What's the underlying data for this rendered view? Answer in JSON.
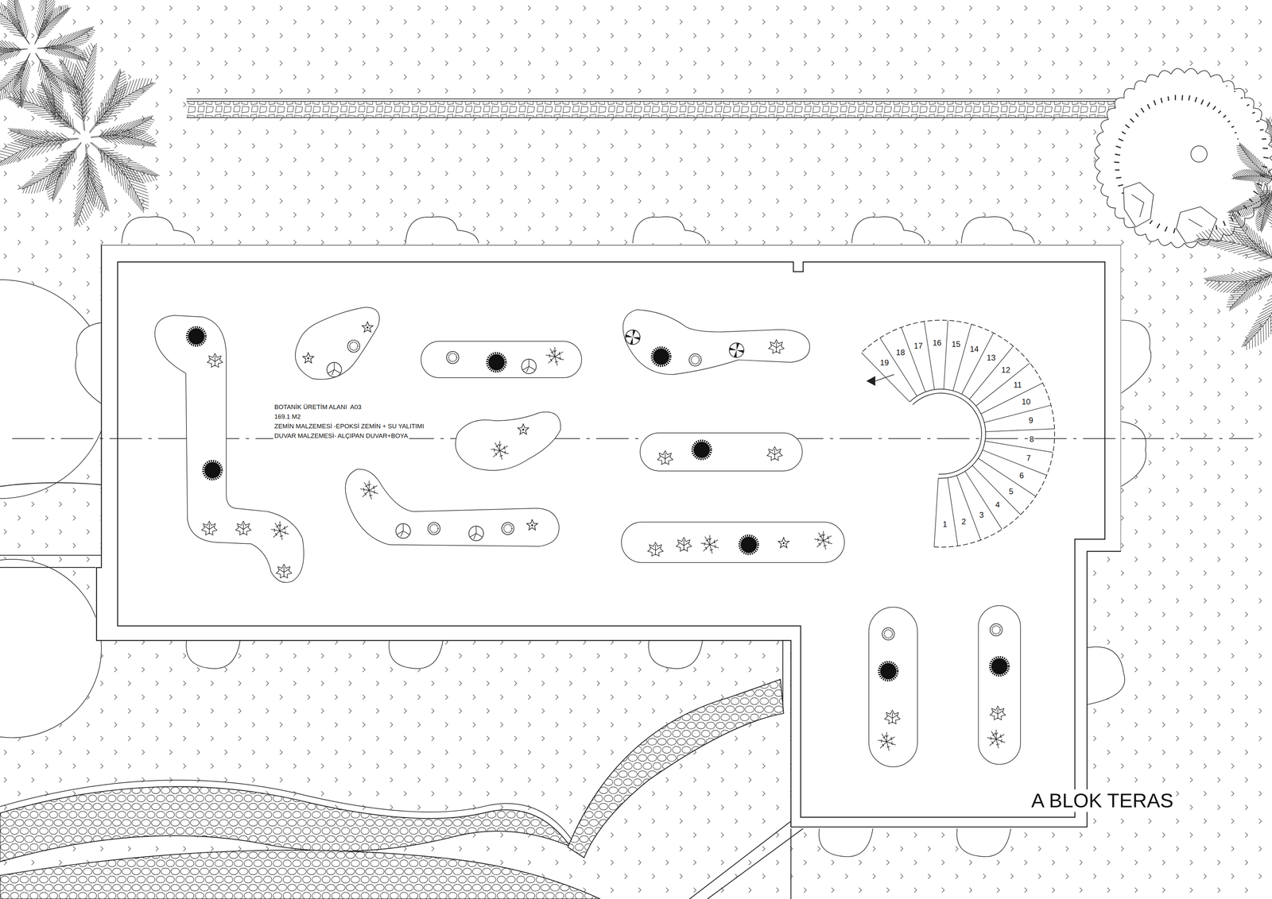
{
  "diagram": {
    "nodes": [
      {
        "text": [
          "BOTANİK ÜRETİM ALANI  A03",
          "169.1 M2",
          "ZEMİN MALZEMESİ -EPOKSİ ZEMİN + SU YALITIMI",
          "DUVAR MALZEMESİ- ALÇIPAN DUVAR+BOYA"
        ]
      }
    ],
    "labels": [
      "1",
      "2",
      "3",
      "4",
      "5",
      "6",
      "7",
      "8",
      "9",
      "10",
      "11",
      "12",
      "13",
      "14",
      "15",
      "16",
      "17",
      "18",
      "19",
      "A BLOK TERAS"
    ]
  }
}
